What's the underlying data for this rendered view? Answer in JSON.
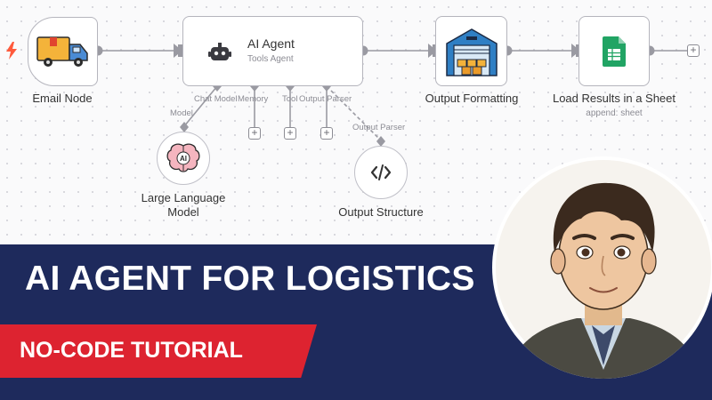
{
  "workflow": {
    "nodes": {
      "email": {
        "label": "Email Node"
      },
      "agent": {
        "title": "AI Agent",
        "subtitle": "Tools Agent"
      },
      "output_formatting": {
        "label": "Output Formatting"
      },
      "sheet": {
        "label": "Load Results in a Sheet",
        "subtitle": "append: sheet"
      }
    },
    "ports": {
      "chat_model": "Chat Model",
      "memory": "Memory",
      "tool": "Tool",
      "output_parser": "Output Parser"
    },
    "sub_nodes": {
      "llm": {
        "port_label": "Model",
        "label_line1": "Large Language",
        "label_line2": "Model",
        "icon_text": "AI"
      },
      "structure": {
        "port_label": "Output Parser",
        "label": "Output Structure"
      }
    },
    "add_symbol": "+"
  },
  "banner": {
    "title": "AI AGENT FOR LOGISTICS",
    "ribbon": "NO-CODE TUTORIAL",
    "colors": {
      "banner": "#1e2a5c",
      "ribbon": "#dd2330"
    }
  },
  "icons": [
    "truck-icon",
    "robot-icon",
    "warehouse-icon",
    "sheets-icon",
    "brain-icon",
    "code-icon",
    "bolt-icon",
    "plus-icon"
  ]
}
